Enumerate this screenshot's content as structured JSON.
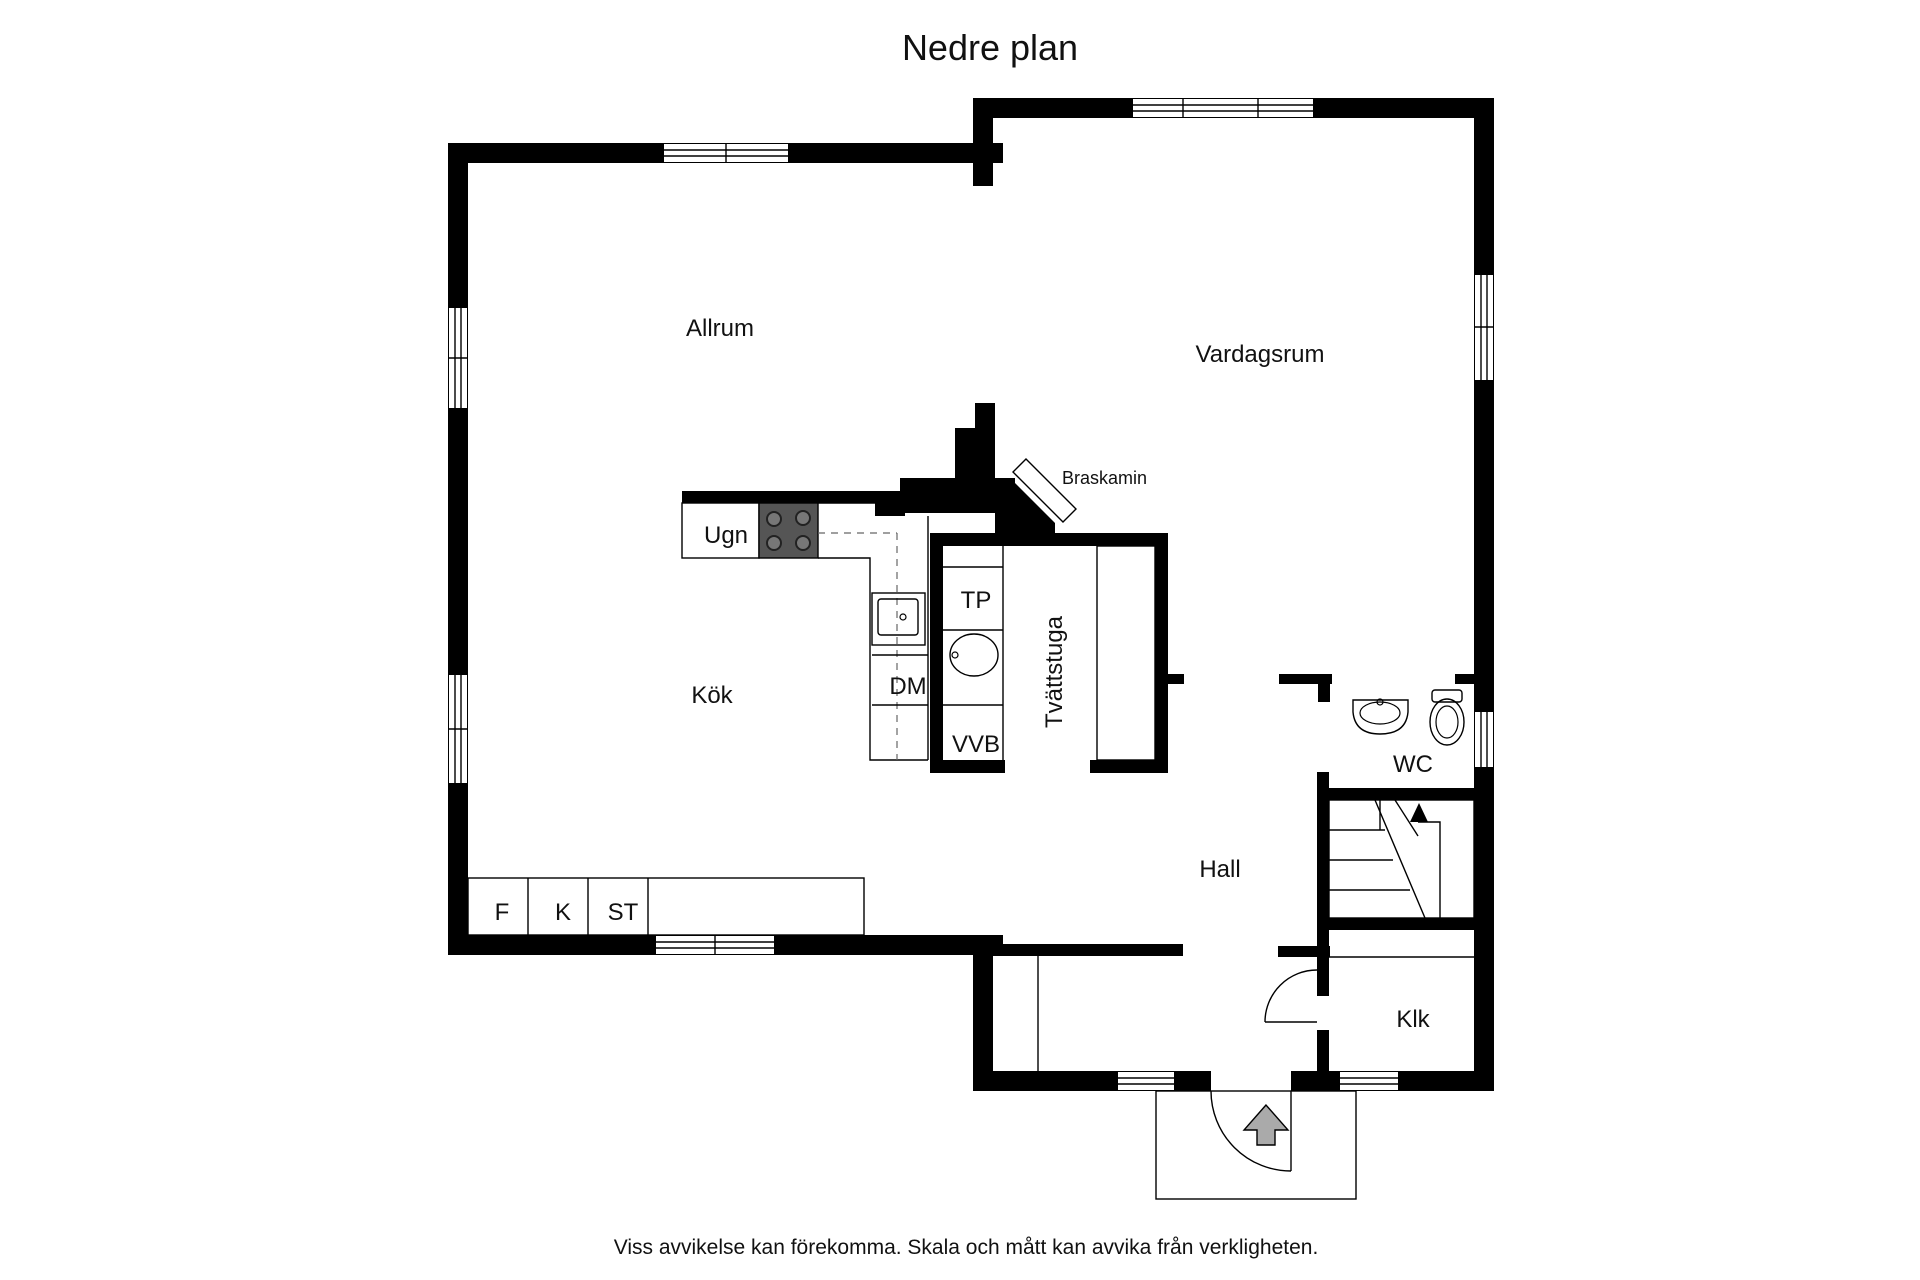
{
  "title": "Nedre plan",
  "rooms": {
    "allrum": "Allrum",
    "vardagsrum": "Vardagsrum",
    "kok": "Kök",
    "tvattstuga": "Tvättstuga",
    "hall": "Hall",
    "wc": "WC",
    "klk": "Klk"
  },
  "fixtures": {
    "braskamin": "Braskamin",
    "ugn": "Ugn",
    "tp": "TP",
    "dm": "DM",
    "vvb": "VVB",
    "f": "F",
    "k": "K",
    "st": "ST"
  },
  "disclaimer": "Viss avvikelse kan förekomma. Skala och mått kan avvika från verkligheten."
}
